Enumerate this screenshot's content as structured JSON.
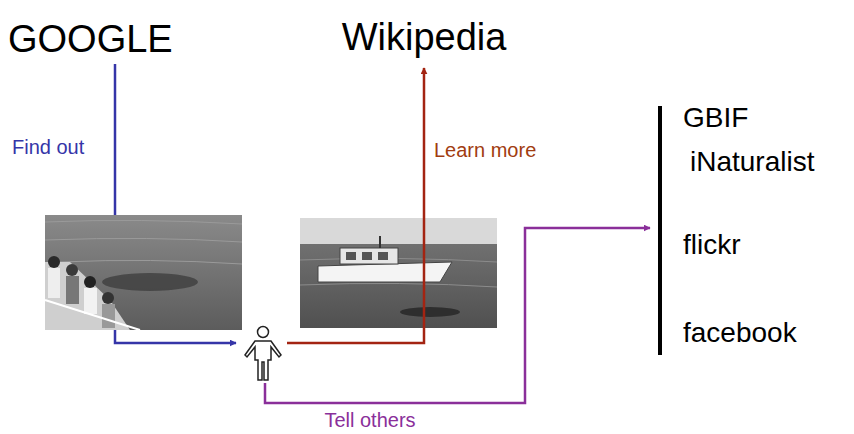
{
  "diagram": {
    "labels": [
      "GOOGLE",
      "Wikipedia",
      "Find out",
      "Learn more",
      "GBIF",
      "iNaturalist",
      "flickr",
      "facebook",
      "Tell others"
    ]
  }
}
